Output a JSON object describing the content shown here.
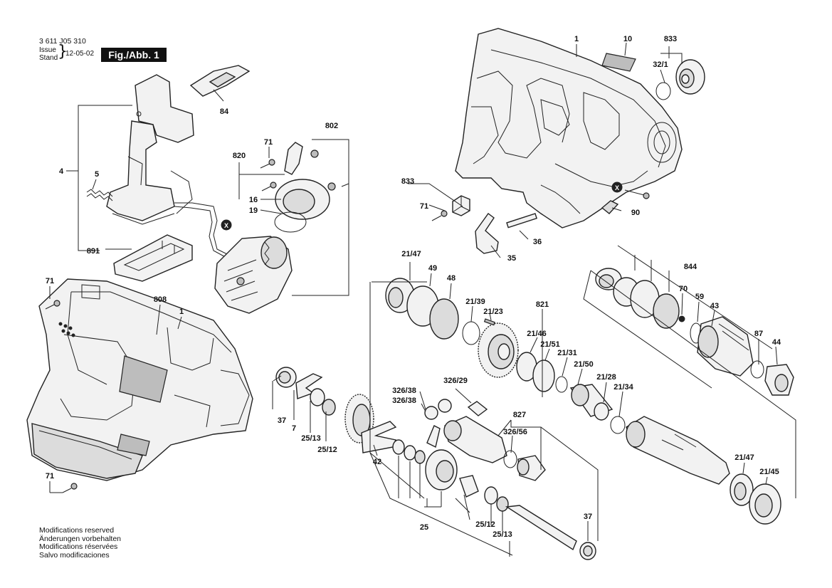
{
  "header": {
    "doc_number": "3 611 J05 310",
    "issue_label": "Issue",
    "stand_label": "Stand",
    "date": "12-05-02",
    "figure_label": "Fig./Abb. 1"
  },
  "footer_notes": [
    "Modifications reserved",
    "Änderungen vorbehalten",
    "Modifications réservées",
    "Salvo modificaciones"
  ],
  "callouts": {
    "c1_top": "1",
    "c10": "10",
    "c833_top": "833",
    "c32_1": "32/1",
    "c84": "84",
    "c802": "802",
    "c71_a": "71",
    "c820": "820",
    "c4": "4",
    "c5": "5",
    "c16": "16",
    "c19": "19",
    "c833_mid": "833",
    "c71_b": "71",
    "c90": "90",
    "c36": "36",
    "c35": "35",
    "c891": "891",
    "c71_c": "71",
    "c808": "808",
    "c1_bottom": "1",
    "c21_47_a": "21/47",
    "c49": "49",
    "c48": "48",
    "c21_39": "21/39",
    "c21_23": "21/23",
    "c821": "821",
    "c844": "844",
    "c70": "70",
    "c59": "59",
    "c43": "43",
    "c87": "87",
    "c44": "44",
    "c21_46": "21/46",
    "c21_51": "21/51",
    "c21_31": "21/31",
    "c21_50": "21/50",
    "c21_28": "21/28",
    "c21_34": "21/34",
    "c326_29": "326/29",
    "c326_38_a": "326/38",
    "c326_38_b": "326/38",
    "c827": "827",
    "c326_56": "326/56",
    "c37_a": "37",
    "c7": "7",
    "c25_13_a": "25/13",
    "c25_12_a": "25/12",
    "c42": "42",
    "c21_47_b": "21/47",
    "c21_45": "21/45",
    "c71_d": "71",
    "c25": "25",
    "c25_12_b": "25/12",
    "c25_13_b": "25/13",
    "c37_b": "37",
    "x_mark": "X"
  }
}
